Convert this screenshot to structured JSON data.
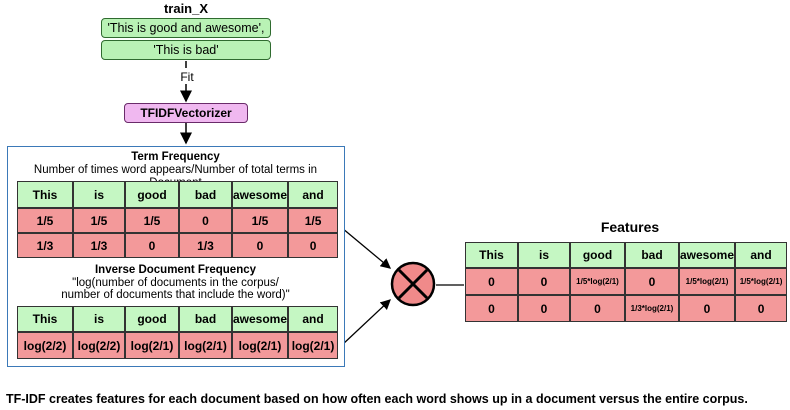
{
  "train_label": "train_X",
  "train_docs": [
    "'This is good and awesome',",
    "'This is bad'"
  ],
  "fit_label": "Fit",
  "vectorizer_label": "TFIDFVectorizer",
  "tf": {
    "title": "Term Frequency",
    "subtitle": "Number of times word appears/Number of total terms in Document",
    "headers": [
      "This",
      "is",
      "good",
      "bad",
      "awesome",
      "and"
    ],
    "rows": [
      [
        "1/5",
        "1/5",
        "1/5",
        "0",
        "1/5",
        "1/5"
      ],
      [
        "1/3",
        "1/3",
        "0",
        "1/3",
        "0",
        "0"
      ]
    ]
  },
  "idf": {
    "title": "Inverse Document Frequency",
    "formula_line1": "\"log(number of documents in the corpus/",
    "formula_line2": "number of documents that include the word)\"",
    "headers": [
      "This",
      "is",
      "good",
      "bad",
      "awesome",
      "and"
    ],
    "row": [
      "log(2/2)",
      "log(2/2)",
      "log(2/1)",
      "log(2/1)",
      "log(2/1)",
      "log(2/1)"
    ]
  },
  "operator_icon": "multiply-circle-icon",
  "features": {
    "title": "Features",
    "headers": [
      "This",
      "is",
      "good",
      "bad",
      "awesome",
      "and"
    ],
    "rows": [
      [
        "0",
        "0",
        "1/5*log(2/1)",
        "0",
        "1/5*log(2/1)",
        "1/5*log(2/1)"
      ],
      [
        "0",
        "0",
        "0",
        "1/3*log(2/1)",
        "0",
        "0"
      ]
    ]
  },
  "caption": "TF-IDF creates features for each document based on how often each word shows up in a document versus the entire corpus.",
  "colors": {
    "header_green": "#c5f7c3",
    "value_red": "#f3999a",
    "doc_green": "#b9f2b5",
    "vectorizer_pink": "#f0b8f0",
    "panel_border": "#3b79b8",
    "operator_fill": "#f08a8a"
  }
}
